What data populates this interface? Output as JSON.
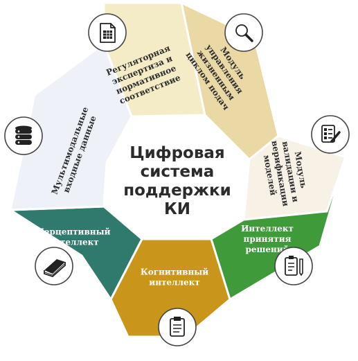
{
  "center": {
    "lines": [
      "Цифровая",
      "система",
      "поддержки",
      "КИ"
    ]
  },
  "segments": [
    {
      "lines": [
        "Регуляторная",
        "экспертиза и",
        "нормативное",
        "соответствие"
      ],
      "fill": "#f4ecc6",
      "text_color": "#2d2d2d",
      "icon": "spreadsheet-document-icon"
    },
    {
      "lines": [
        "Модуль",
        "управления",
        "жизненным",
        "циклом подач"
      ],
      "fill": "#ead9a4",
      "text_color": "#2d2d2d",
      "icon": "magnifier-icon"
    },
    {
      "lines": [
        "Модуль",
        "валидации и",
        "верификации",
        "моделей"
      ],
      "fill": "#f8f1e6",
      "text_color": "#2d2d2d",
      "icon": "checklist-pen-icon"
    },
    {
      "lines": [
        "Интеллект",
        "принятия",
        "решений"
      ],
      "fill": "#3f9a3a",
      "text_color": "#ffffff",
      "icon": "clipboard-pen-icon"
    },
    {
      "lines": [
        "Когнитивный",
        "интеллект"
      ],
      "fill": "#c9951b",
      "text_color": "#ffffff",
      "icon": "clipboard-list-icon"
    },
    {
      "lines": [
        "Перцептивный",
        "интеллект"
      ],
      "fill": "#2f7a6d",
      "text_color": "#ffffff",
      "icon": "book-icon"
    },
    {
      "lines": [
        "Мультимодальные",
        "входные данные"
      ],
      "fill": "#eef1f8",
      "text_color": "#2d2d2d",
      "icon": "database-icon"
    }
  ],
  "colors": {
    "divider": "#ffffff",
    "icon_stroke": "#222222",
    "icon_circle": "#ffffff",
    "center_fill": "#ffffff"
  }
}
